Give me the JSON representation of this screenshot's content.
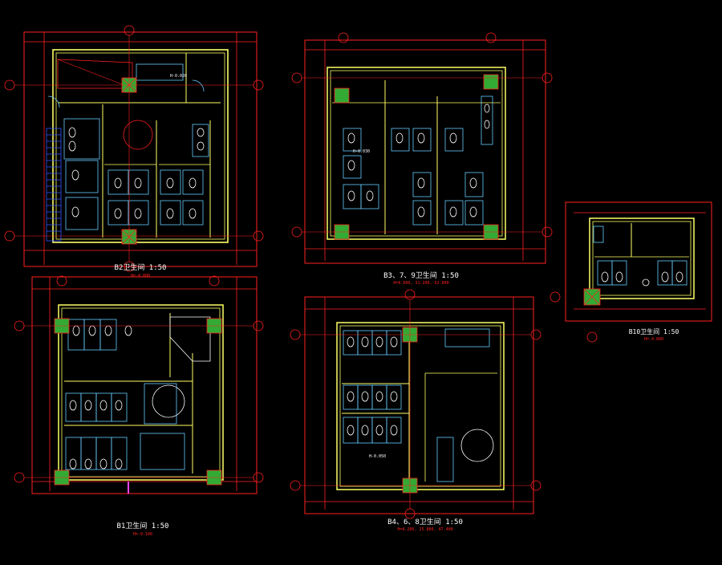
{
  "colors": {
    "background": "#000000",
    "wall": "#ffff66",
    "dimension": "#ff2020",
    "fixture": "#66ccff",
    "label": "#ffffff",
    "column": "#33aa33",
    "door": "#ff44ff",
    "frame": "#cccccc"
  },
  "icons": [
    "column-marker-icon",
    "axis-bubble-icon",
    "toilet-fixture-icon",
    "washbasin-icon",
    "door-swing-icon"
  ],
  "drawings": [
    {
      "id": "plan-1",
      "title": "B2卫生间 1:50",
      "subtitle": "H=-4.800"
    },
    {
      "id": "plan-2",
      "title": "B3、7、9卫生间 1:50",
      "subtitle": "H=9.600, 31.200, 52.800"
    },
    {
      "id": "plan-3",
      "title": "B1卫生间 1:50",
      "subtitle": "H=-0.100"
    },
    {
      "id": "plan-4",
      "title": "B4、6、8卫生间 1:50",
      "subtitle": "H=4.200, 25.800, 47.400"
    },
    {
      "id": "plan-5",
      "title": "B10卫生间 1:50",
      "subtitle": "H=-4.800"
    }
  ],
  "notes": {
    "elevation_a": "H-0.020",
    "elevation_b": "H-0.030",
    "elevation_c": "H-0.050"
  }
}
